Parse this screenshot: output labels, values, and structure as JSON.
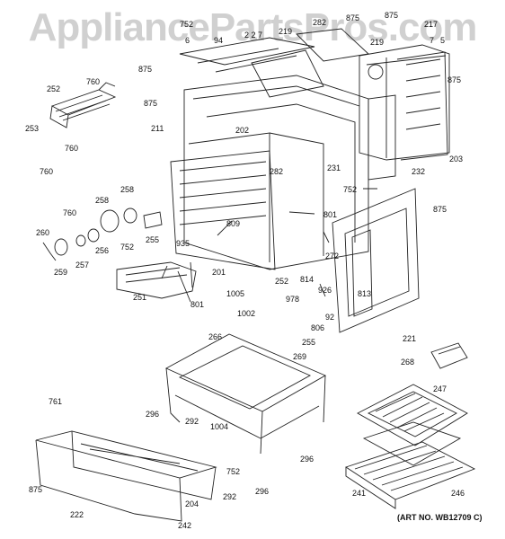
{
  "watermark": "AppliancePartsPros.com",
  "art_no": "(ART NO. WB12709 C)",
  "part_labels": {
    "p752a": "752",
    "p6": "6",
    "p94": "94",
    "p227": "2 2 7",
    "p219top": "219",
    "p282a": "282",
    "p875a": "875",
    "p875b": "875",
    "p217": "217",
    "p219b": "219",
    "p7": "7",
    "p5": "5",
    "p875c": "875",
    "p875d": "875",
    "p252a": "252",
    "p760a": "760",
    "p875e": "875",
    "p211": "211",
    "p202": "202",
    "p253": "253",
    "p760b": "760",
    "p760c": "760",
    "p231": "231",
    "p232": "232",
    "p203": "203",
    "p282b": "282",
    "p752b": "752",
    "p875f": "875",
    "p801a": "801",
    "p809": "809",
    "p760d": "760",
    "p258a": "258",
    "p258b": "258",
    "p260": "260",
    "p256": "256",
    "p752c": "752",
    "p255a": "255",
    "p257": "257",
    "p259": "259",
    "p935": "935",
    "p272": "272",
    "p201": "201",
    "p251": "251",
    "p801b": "801",
    "p1005": "1005",
    "p252b": "252",
    "p814": "814",
    "p978": "978",
    "p926": "926",
    "p813": "813",
    "p1002": "1002",
    "p92": "92",
    "p806": "806",
    "p255b": "255",
    "p266": "266",
    "p221": "221",
    "p268": "268",
    "p269": "269",
    "p247": "247",
    "p761": "761",
    "p296a": "296",
    "p292a": "292",
    "p1004": "1004",
    "p296b": "296",
    "p875g": "875",
    "p752d": "752",
    "p292b": "292",
    "p296c": "296",
    "p222": "222",
    "p204": "204",
    "p241": "241",
    "p246": "246",
    "p242": "242"
  }
}
